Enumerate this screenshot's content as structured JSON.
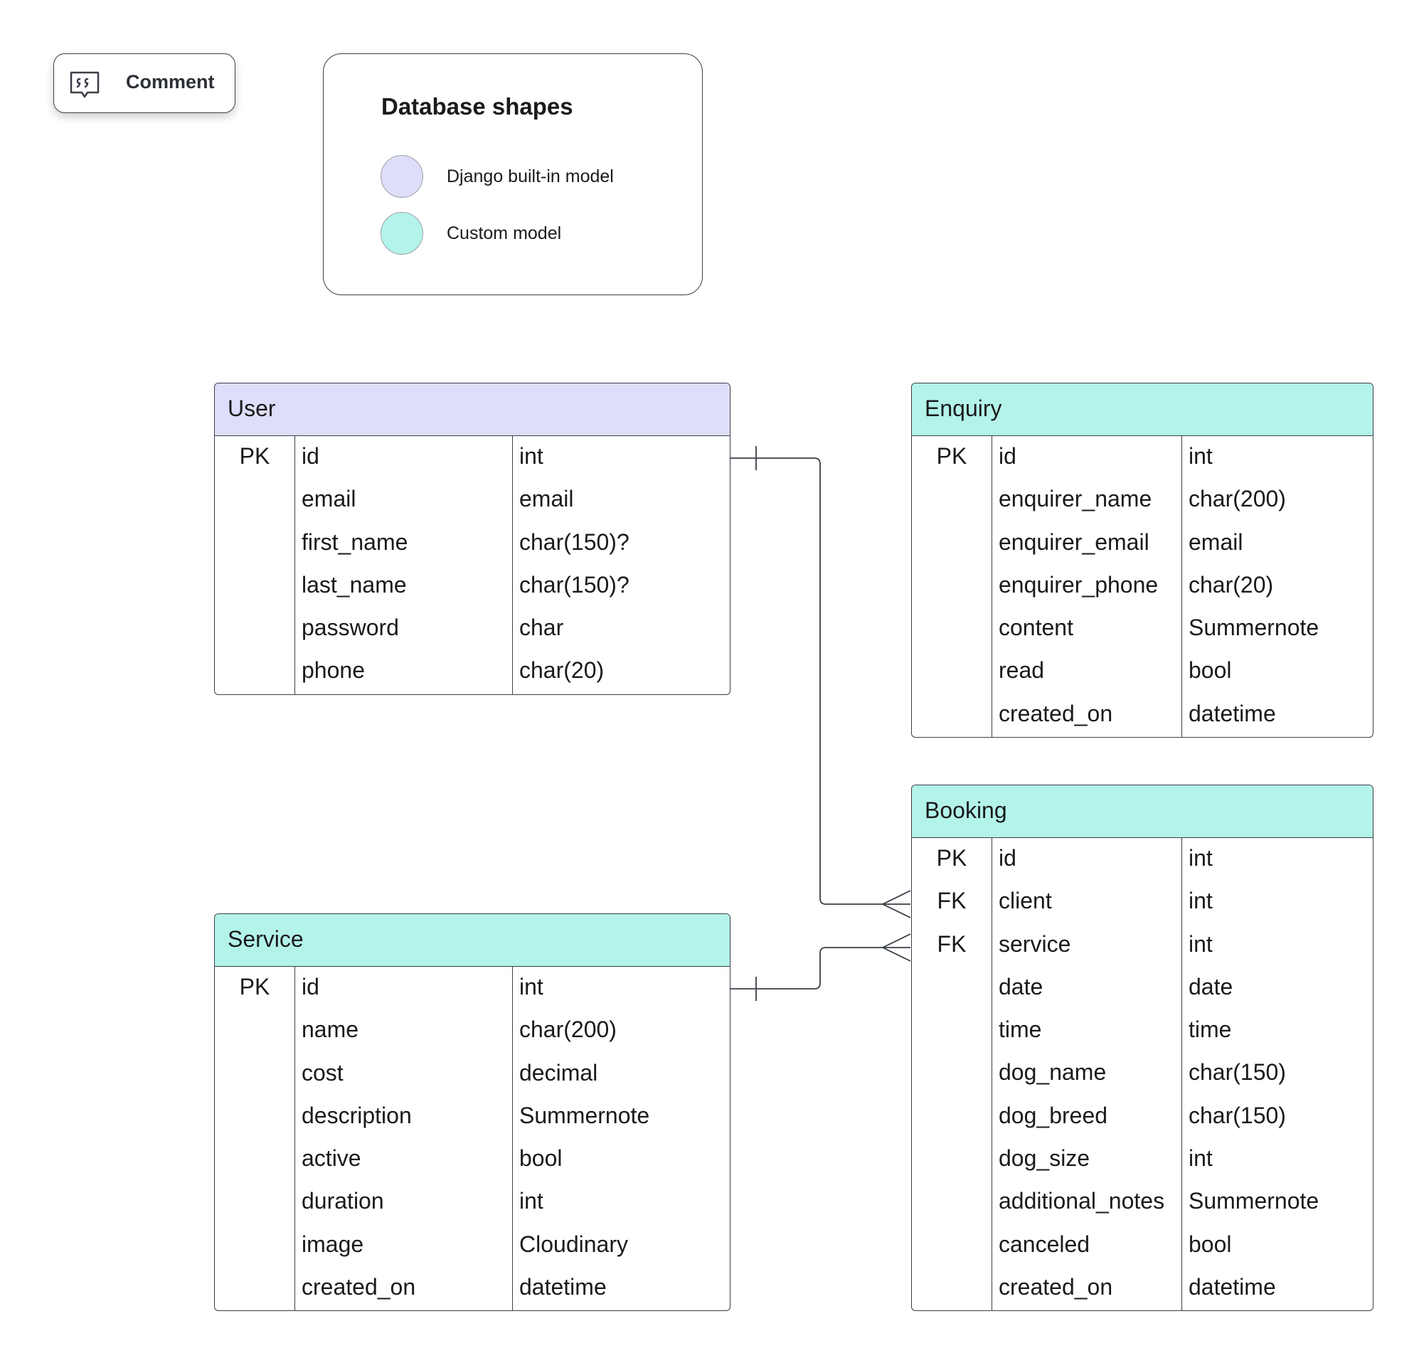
{
  "toolbar": {
    "comment_label": "Comment",
    "comment_icon": "comment-quote-icon"
  },
  "legend": {
    "title": "Database shapes",
    "items": [
      {
        "label": "Django built-in model",
        "color": "#dedefa"
      },
      {
        "label": "Custom model",
        "color": "#b3f3e9"
      }
    ]
  },
  "entities": {
    "user": {
      "name": "User",
      "color": "#dedefa",
      "rows": [
        {
          "key": "PK",
          "field": "id",
          "type": "int"
        },
        {
          "key": "",
          "field": "email",
          "type": "email"
        },
        {
          "key": "",
          "field": "first_name",
          "type": "char(150)?"
        },
        {
          "key": "",
          "field": "last_name",
          "type": "char(150)?"
        },
        {
          "key": "",
          "field": "password",
          "type": "char"
        },
        {
          "key": "",
          "field": "phone",
          "type": "char(20)"
        }
      ]
    },
    "enquiry": {
      "name": "Enquiry",
      "color": "#b3f3e9",
      "rows": [
        {
          "key": "PK",
          "field": "id",
          "type": "int"
        },
        {
          "key": "",
          "field": "enquirer_name",
          "type": "char(200)"
        },
        {
          "key": "",
          "field": "enquirer_email",
          "type": "email"
        },
        {
          "key": "",
          "field": "enquirer_phone",
          "type": "char(20)"
        },
        {
          "key": "",
          "field": "content",
          "type": "Summernote"
        },
        {
          "key": "",
          "field": "read",
          "type": "bool"
        },
        {
          "key": "",
          "field": "created_on",
          "type": "datetime"
        }
      ]
    },
    "service": {
      "name": "Service",
      "color": "#b3f3e9",
      "rows": [
        {
          "key": "PK",
          "field": "id",
          "type": "int"
        },
        {
          "key": "",
          "field": "name",
          "type": "char(200)"
        },
        {
          "key": "",
          "field": "cost",
          "type": "decimal"
        },
        {
          "key": "",
          "field": "description",
          "type": "Summernote"
        },
        {
          "key": "",
          "field": "active",
          "type": "bool"
        },
        {
          "key": "",
          "field": "duration",
          "type": "int"
        },
        {
          "key": "",
          "field": "image",
          "type": "Cloudinary"
        },
        {
          "key": "",
          "field": "created_on",
          "type": "datetime"
        }
      ]
    },
    "booking": {
      "name": "Booking",
      "color": "#b3f3e9",
      "rows": [
        {
          "key": "PK",
          "field": "id",
          "type": "int"
        },
        {
          "key": "FK",
          "field": "client",
          "type": "int"
        },
        {
          "key": "FK",
          "field": "service",
          "type": "int"
        },
        {
          "key": "",
          "field": "date",
          "type": "date"
        },
        {
          "key": "",
          "field": "time",
          "type": "time"
        },
        {
          "key": "",
          "field": "dog_name",
          "type": "char(150)"
        },
        {
          "key": "",
          "field": "dog_breed",
          "type": "char(150)"
        },
        {
          "key": "",
          "field": "dog_size",
          "type": "int"
        },
        {
          "key": "",
          "field": "additional_notes",
          "type": "Summernote"
        },
        {
          "key": "",
          "field": "canceled",
          "type": "bool"
        },
        {
          "key": "",
          "field": "created_on",
          "type": "datetime"
        }
      ]
    }
  },
  "relationships": [
    {
      "from": "User.id",
      "to": "Booking.client",
      "cardinality": "one-to-many"
    },
    {
      "from": "Service.id",
      "to": "Booking.service",
      "cardinality": "one-to-many"
    }
  ]
}
